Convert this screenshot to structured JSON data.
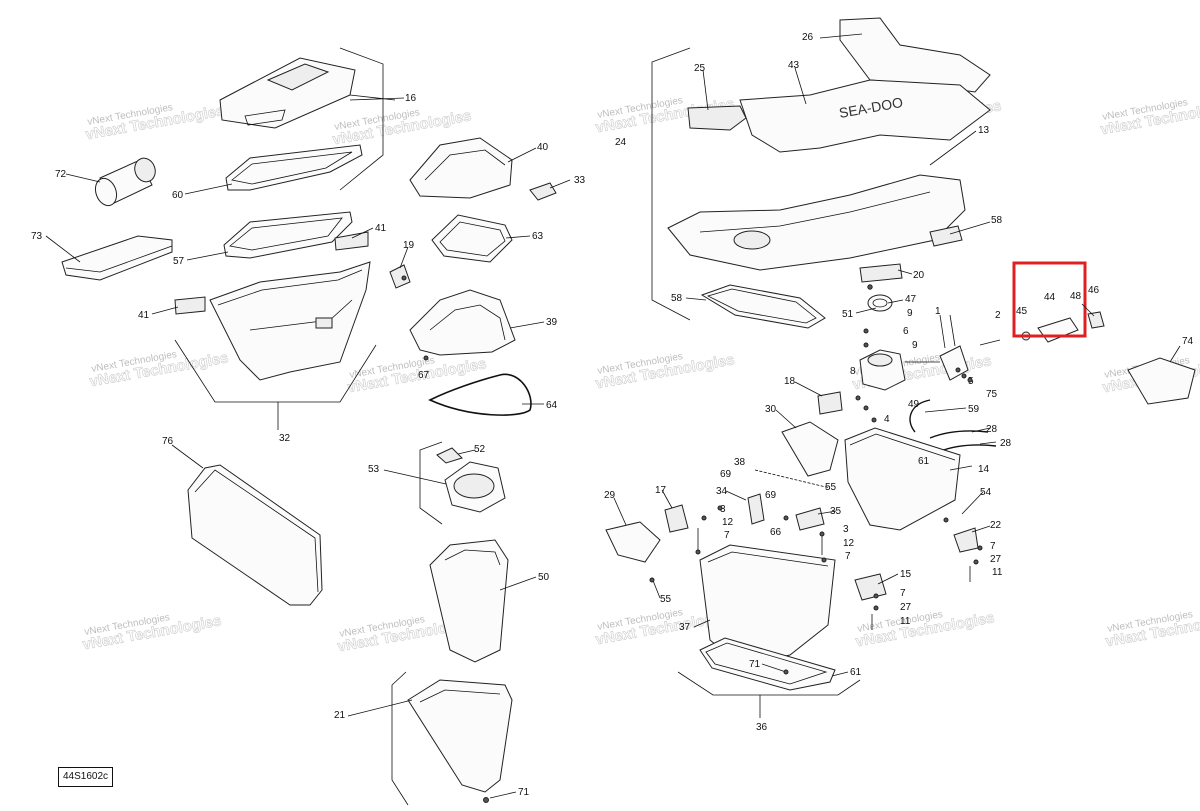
{
  "diagram": {
    "drawing_code": "44S1602c",
    "watermark_line1": "vNext Technologies",
    "watermark_line2": "vNext Technologies",
    "highlight_color": "#e02020",
    "callouts": [
      "1",
      "2",
      "3",
      "4",
      "5",
      "6",
      "7",
      "8",
      "9",
      "11",
      "12",
      "13",
      "14",
      "15",
      "16",
      "17",
      "18",
      "19",
      "20",
      "21",
      "22",
      "24",
      "25",
      "26",
      "27",
      "28",
      "29",
      "30",
      "32",
      "33",
      "34",
      "35",
      "36",
      "37",
      "38",
      "39",
      "40",
      "41",
      "43",
      "44",
      "45",
      "46",
      "47",
      "48",
      "49",
      "50",
      "51",
      "52",
      "53",
      "54",
      "55",
      "57",
      "58",
      "59",
      "60",
      "61",
      "63",
      "64",
      "65",
      "66",
      "67",
      "69",
      "71",
      "72",
      "73",
      "74",
      "75",
      "76"
    ]
  }
}
